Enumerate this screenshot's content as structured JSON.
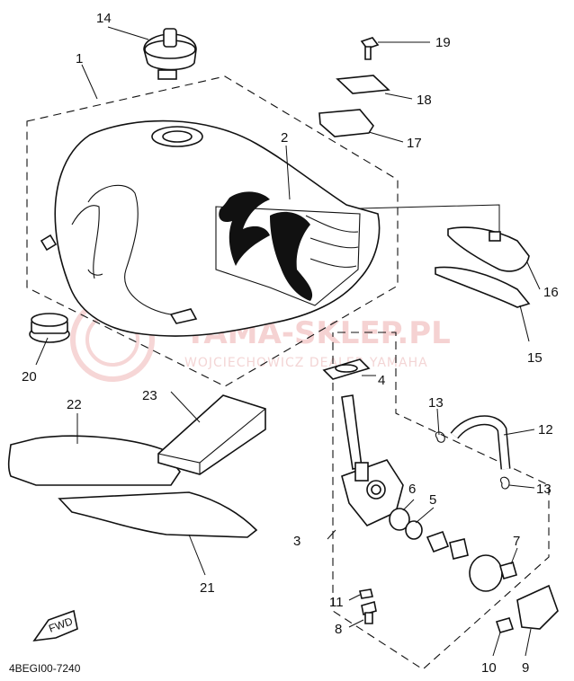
{
  "diagram": {
    "watermark": {
      "title": "YAMA-SKLEP.PL",
      "subtitle": "WOJCIECHOWICZ DEALER YAMAHA"
    },
    "part_code": "4BEGI00-7240",
    "fwd_label": "FWD",
    "callouts": {
      "c1": "1",
      "c2": "2",
      "c3": "3",
      "c4": "4",
      "c5": "5",
      "c6": "6",
      "c7": "7",
      "c8": "8",
      "c9": "9",
      "c10": "10",
      "c11": "11",
      "c12": "12",
      "c13a": "13",
      "c13b": "13",
      "c14": "14",
      "c15": "15",
      "c16": "16",
      "c17": "17",
      "c18": "18",
      "c19": "19",
      "c20": "20",
      "c21": "21",
      "c22": "22",
      "c23": "23"
    }
  }
}
